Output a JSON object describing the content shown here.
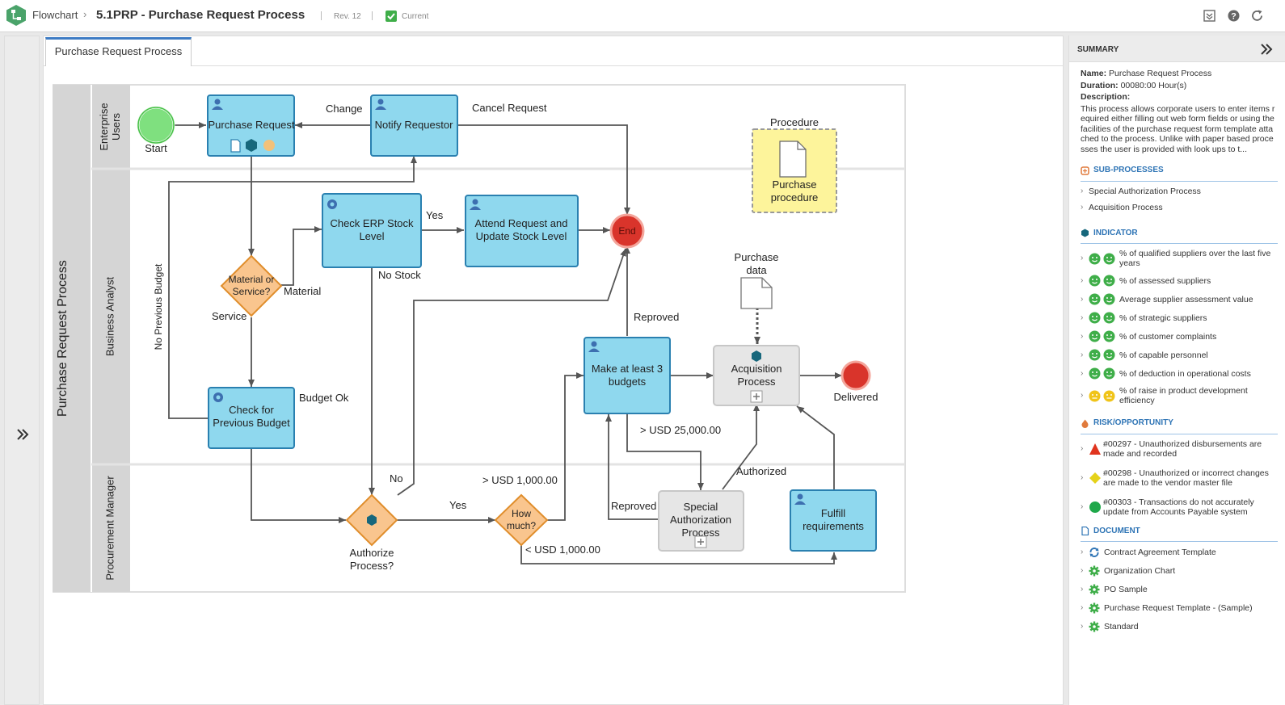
{
  "header": {
    "app_name": "Flowchart",
    "separator": "›",
    "title": "5.1PRP - Purchase Request Process",
    "revision": "Rev. 12",
    "status": "Current"
  },
  "tabs": [
    {
      "label": "Purchase Request Process"
    }
  ],
  "diagram": {
    "pool_label": "Purchase Request Process",
    "lanes": [
      "Enterprise Users",
      "Business Analyst",
      "Procurement Manager"
    ],
    "events": {
      "start": "Start",
      "end": "End",
      "delivered": "Delivered"
    },
    "tasks": {
      "purchase_request": "Purchase Request",
      "notify_requestor": "Notify Requestor",
      "check_erp_1": "Check ERP Stock",
      "check_erp_2": "Level",
      "attend_1": "Attend Request and",
      "attend_2": "Update Stock Level",
      "check_budget_1": "Check for",
      "check_budget_2": "Previous Budget",
      "budgets_1": "Make at least 3",
      "budgets_2": "budgets",
      "acq_1": "Acquisition",
      "acq_2": "Process",
      "special_1": "Special",
      "special_2": "Authorization",
      "special_3": "Process",
      "fulfill_1": "Fulfill",
      "fulfill_2": "requirements"
    },
    "gateways": {
      "material_1": "Material or",
      "material_2": "Service?",
      "authorize_1": "Authorize",
      "authorize_2": "Process?",
      "howmuch_1": "How",
      "howmuch_2": "much?"
    },
    "flow_labels": {
      "change": "Change",
      "cancel_request": "Cancel Request",
      "yes1": "Yes",
      "no_stock": "No Stock",
      "material": "Material",
      "service": "Service",
      "no_previous_budget": "No Previous Budget",
      "budget_ok": "Budget Ok",
      "reproved1": "Reproved",
      "no": "No",
      "yes2": "Yes",
      "over_1000": "> USD 1,000.00",
      "under_1000": "< USD 1,000.00",
      "over_25000": "> USD 25,000.00",
      "reproved2": "Reproved",
      "authorized": "Authorized"
    },
    "artifacts": {
      "procedure_label": "Procedure",
      "procedure_1": "Purchase",
      "procedure_2": "procedure",
      "data_1": "Purchase",
      "data_2": "data"
    },
    "colors": {
      "task_fill": "#8fd8ee",
      "task_stroke": "#2a80b0",
      "gateway_fill": "#f9c58e",
      "gateway_stroke": "#e08e2c",
      "start": "#7fe07f",
      "end": "#d9342b",
      "subprocess_fill": "#e6e6e6",
      "annotation_fill": "#fdf49b"
    }
  },
  "summary": {
    "title": "SUMMARY",
    "name_label": "Name:",
    "name": "Purchase Request Process",
    "duration_label": "Duration:",
    "duration": "00080:00 Hour(s)",
    "description_label": "Description:",
    "description": "This process allows corporate users to enter items required either filling out web form fields or using the facilities of the purchase request form template attached to the process. Unlike with paper based processes the user is provided with look ups to t...",
    "subprocesses_title": "SUB-PROCESSES",
    "subprocesses": [
      "Special Authorization Process",
      "Acquisition Process"
    ],
    "indicator_title": "INDICATOR",
    "indicators": [
      {
        "label": "% of qualified suppliers over the last five years",
        "status": "good"
      },
      {
        "label": "% of assessed suppliers",
        "status": "good"
      },
      {
        "label": "Average supplier assessment value",
        "status": "good"
      },
      {
        "label": "% of strategic suppliers",
        "status": "good"
      },
      {
        "label": "% of customer complaints",
        "status": "good"
      },
      {
        "label": "% of capable personnel",
        "status": "good"
      },
      {
        "label": "% of deduction in operational costs",
        "status": "good"
      },
      {
        "label": "% of raise in product development efficiency",
        "status": "neutral"
      }
    ],
    "risk_title": "RISK/OPPORTUNITY",
    "risks": [
      {
        "label": "#00297 - Unauthorized disbursements are made and recorded",
        "level": "high"
      },
      {
        "label": "#00298 - Unauthorized or incorrect changes are made to the vendor master file",
        "level": "medium"
      },
      {
        "label": "#00303 - Transactions do not accurately update from Accounts Payable system",
        "level": "low"
      }
    ],
    "document_title": "DOCUMENT",
    "documents": [
      {
        "label": "Contract Agreement Template",
        "icon": "refresh-icon"
      },
      {
        "label": "Organization Chart",
        "icon": "gear-icon"
      },
      {
        "label": "PO Sample",
        "icon": "gear-icon"
      },
      {
        "label": "Purchase Request Template - (Sample)",
        "icon": "gear-icon"
      },
      {
        "label": "Standard",
        "icon": "gear-icon"
      }
    ]
  }
}
